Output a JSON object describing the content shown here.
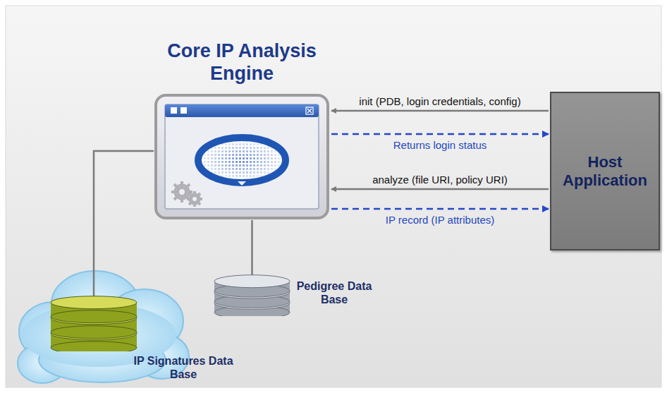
{
  "diagram": {
    "nodes": [
      {
        "text": [
          "Core IP Analysis Engine"
        ]
      },
      {
        "text": [
          "Host Application"
        ]
      },
      {
        "text": [
          "IP Signatures Data Base"
        ]
      },
      {
        "text": [
          "Pedigree Data Base"
        ]
      }
    ],
    "edges": [
      {
        "from": 1,
        "to": 0,
        "label": "init (PDB, login credentials, config)",
        "arrow": "to"
      },
      {
        "from": 0,
        "to": 1,
        "label": "Returns login status",
        "arrow": "to"
      },
      {
        "from": 1,
        "to": 0,
        "label": "analyze (file URI, policy URI)",
        "arrow": "to"
      },
      {
        "from": 0,
        "to": 1,
        "label": "IP record (IP attributes)",
        "arrow": "to"
      },
      {
        "from": 0,
        "to": 2,
        "arrow": "none"
      },
      {
        "from": 0,
        "to": 3,
        "arrow": "none"
      }
    ]
  }
}
